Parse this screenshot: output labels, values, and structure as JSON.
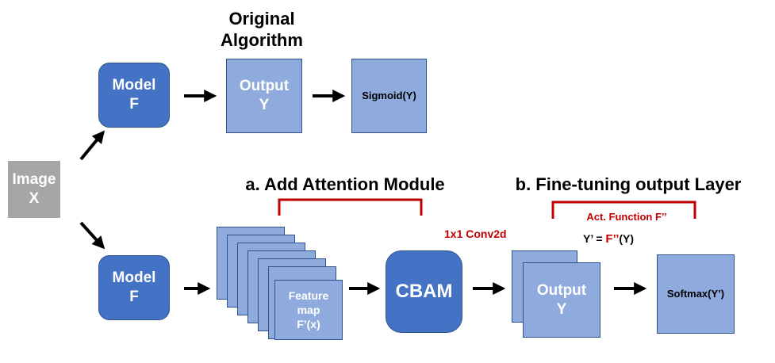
{
  "top": {
    "heading_line1": "Original",
    "heading_line2": "Algorithm",
    "model_line1": "Model",
    "model_line2": "F",
    "output_line1": "Output",
    "output_line2": "Y",
    "sigmoid": "Sigmoid(Y)"
  },
  "input": {
    "line1": "Image",
    "line2": "X"
  },
  "bottom": {
    "section_a": "a. Add Attention Module",
    "section_b": "b. Fine-tuning output Layer",
    "model_line1": "Model",
    "model_line2": "F",
    "feature_line1": "Feature",
    "feature_line2": "map",
    "feature_line3": "F’(x)",
    "cbam": "CBAM",
    "conv": "1x1 Conv2d",
    "act_function": "Act. Function F’’",
    "eq_left": "Y’ = ",
    "eq_f": "F’’",
    "eq_right": "(Y)",
    "output_line1": "Output",
    "output_line2": "Y",
    "softmax": "Softmax(Y’)"
  },
  "colors": {
    "dark_blue": "#4472c4",
    "light_blue": "#8faadc",
    "border_blue": "#2f528f",
    "gray": "#a6a6a6",
    "red": "#c00000"
  }
}
